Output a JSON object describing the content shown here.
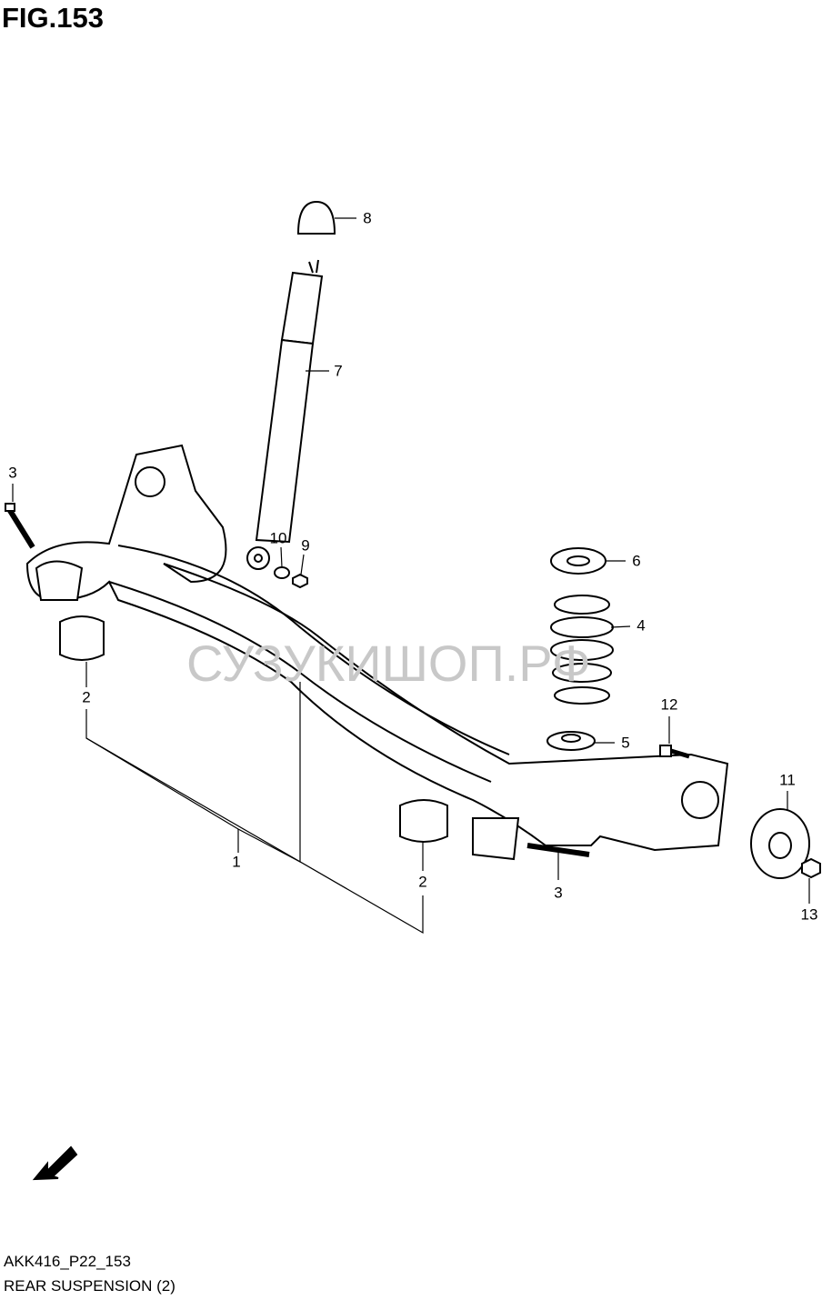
{
  "figure": {
    "title": "FIG.153",
    "code": "AKK416_P22_153",
    "caption": "REAR SUSPENSION (2)"
  },
  "watermark": "СУЗУКИШОП.РФ",
  "fwd_label": "FWD",
  "callouts": [
    "8",
    "7",
    "3",
    "10",
    "9",
    "6",
    "4",
    "2",
    "12",
    "5",
    "11",
    "1",
    "2",
    "3",
    "13"
  ]
}
